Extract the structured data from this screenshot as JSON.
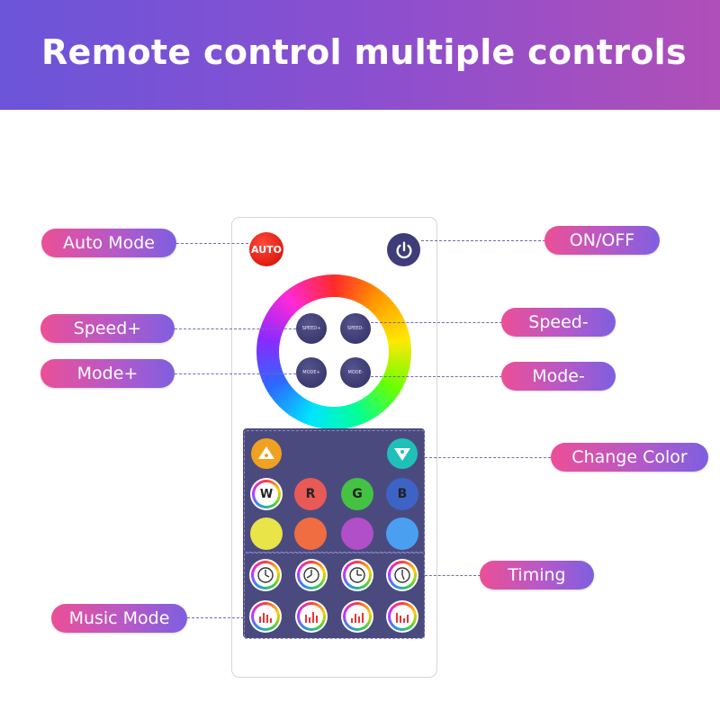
{
  "banner": {
    "title": "Remote control multiple controls"
  },
  "remote": {
    "auto_button": "AUTO",
    "speed_up": "SPEED+",
    "speed_down": "SPEED-",
    "mode_up": "MODE+",
    "mode_down": "MODE-",
    "color_buttons": {
      "white": "W",
      "red": "R",
      "green": "G",
      "blue": "B"
    },
    "colors": {
      "red": "#e85a55",
      "green": "#44c243",
      "blue": "#3d63c6",
      "yellow": "#e9e447",
      "orange": "#ef6d40",
      "purple": "#b04fc8",
      "sky": "#4a9ff0",
      "up_button": "#f0a11f",
      "down_button": "#1fc0b8"
    },
    "timing_icons": [
      "timer-1h-icon",
      "timer-2h-icon",
      "timer-3h-icon",
      "timer-4h-icon"
    ],
    "music_icons": [
      "music-1-icon",
      "music-2-icon",
      "music-3-icon",
      "music-4-icon"
    ]
  },
  "callouts": {
    "auto_mode": "Auto Mode",
    "on_off": "ON/OFF",
    "speed_plus": "Speed+",
    "speed_minus": "Speed-",
    "mode_plus": "Mode+",
    "mode_minus": "Mode-",
    "change_color": "Change Color",
    "timing": "Timing",
    "music_mode": "Music Mode"
  },
  "theme": {
    "banner_gradient": [
      "#6b55d9",
      "#b04fb8"
    ],
    "label_gradient": [
      "#ec4f96",
      "#7e5fe0"
    ],
    "panel": "#4b4a7f"
  }
}
